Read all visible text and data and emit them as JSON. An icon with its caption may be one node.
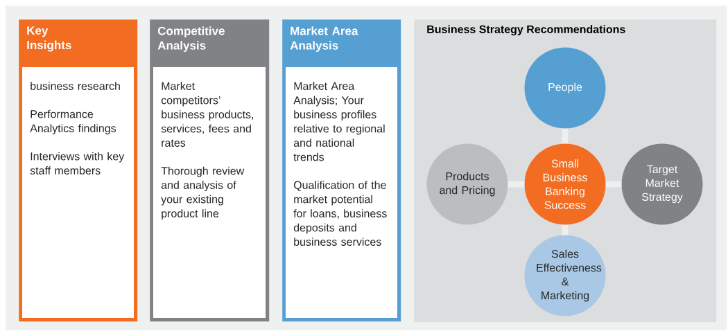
{
  "diagram": {
    "nodes": [
      {
        "text": [
          "Key Insights",
          "business research",
          "Performance Analytics findings",
          "Interviews with key staff members"
        ]
      },
      {
        "text": [
          "Competitive Analysis",
          "Market competitors’ business products, services, fees and rates",
          "Thorough review and analysis of your existing product line"
        ]
      },
      {
        "text": [
          "Market Area Analysis",
          "Market Area Analysis; Your business profiles relative to regional and national trends",
          "Qualification of the market potential for loans, business deposits and business services"
        ]
      },
      {
        "text": [
          "Business Strategy Recommendations"
        ]
      },
      {
        "text": [
          "People"
        ],
        "in": 3
      },
      {
        "text": [
          "Products and Pricing"
        ],
        "in": 3
      },
      {
        "text": [
          "Small Business Banking Success"
        ],
        "in": 3
      },
      {
        "text": [
          "Target Market Strategy"
        ],
        "in": 3
      },
      {
        "text": [
          "Sales Effectiveness & Marketing"
        ],
        "in": 3
      }
    ],
    "edges": [
      {
        "from": 6,
        "to": 4,
        "arrow": "none"
      },
      {
        "from": 6,
        "to": 5,
        "arrow": "none"
      },
      {
        "from": 6,
        "to": 7,
        "arrow": "none"
      },
      {
        "from": 6,
        "to": 8,
        "arrow": "none"
      }
    ]
  }
}
